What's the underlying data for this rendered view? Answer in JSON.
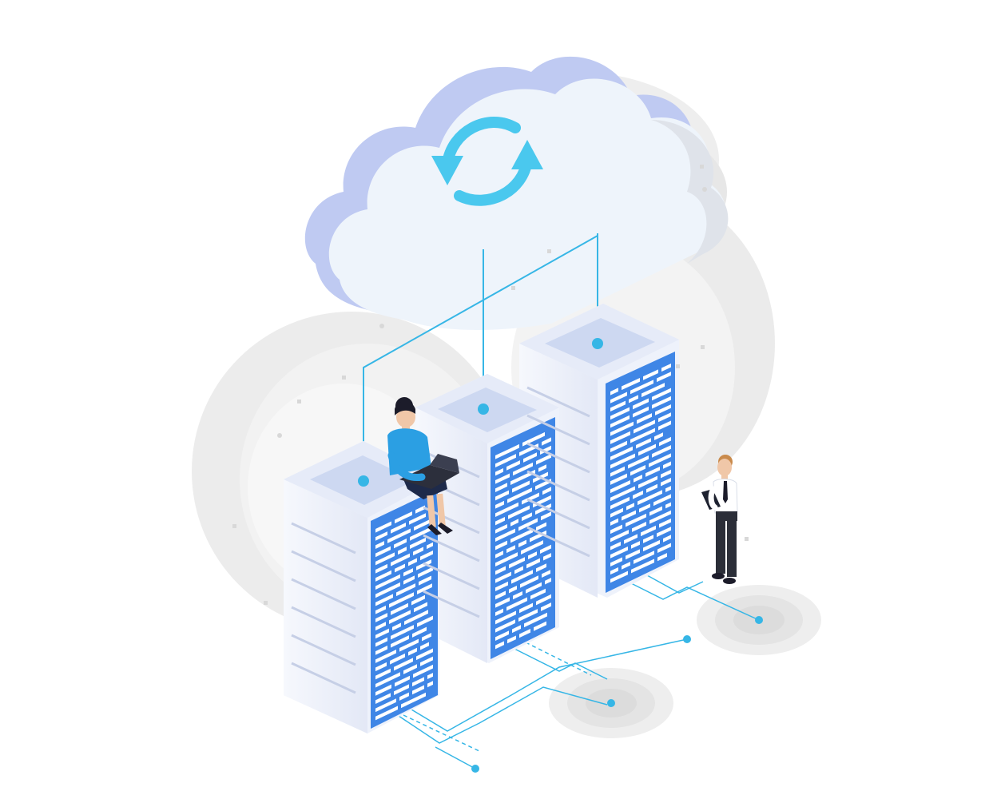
{
  "scene": {
    "subject": "cloud-sync-server-racks",
    "icon": "sync-arrows-icon",
    "servers": [
      "server-left",
      "server-middle",
      "server-right"
    ],
    "people": [
      "woman-with-laptop",
      "man-with-tablet"
    ]
  },
  "colors": {
    "background": "#ffffff",
    "cloud_front": "#eef4fb",
    "cloud_side": "#bcc8f1",
    "shadow_gray": "#e6e6e6",
    "rack_white": "#eef2fb",
    "rack_side": "#dfe5f5",
    "rack_panel": "#3f86e6",
    "rack_slot": "#ffffff",
    "line_cyan": "#36b6e6",
    "sync_cyan": "#4ac8ee"
  }
}
